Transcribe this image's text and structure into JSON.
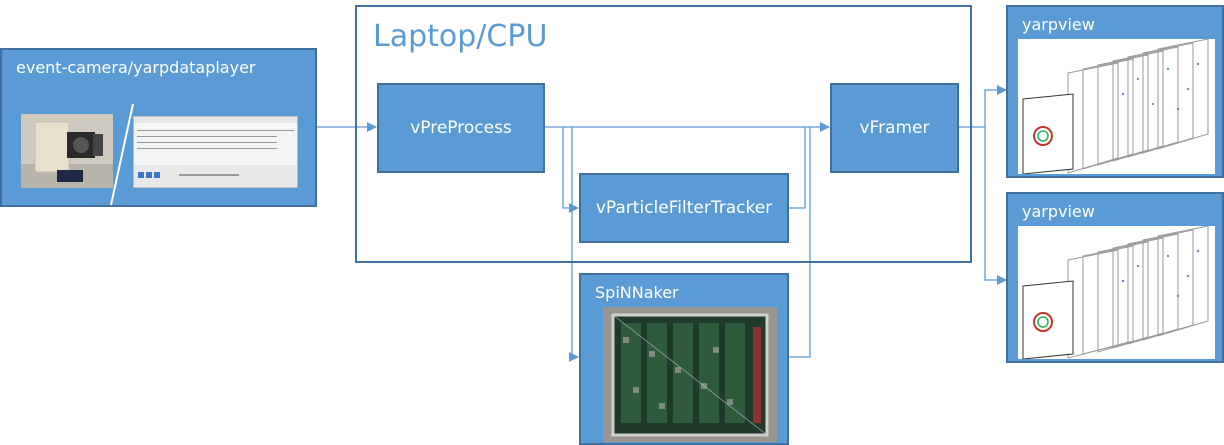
{
  "source": {
    "label": "event-camera/yarpdataplayer"
  },
  "laptop": {
    "label": "Laptop/CPU"
  },
  "nodes": {
    "preprocess": "vPreProcess",
    "framer": "vFramer",
    "tracker": "vParticleFilterTracker",
    "spinnaker": "SpiNNaker"
  },
  "viewers": [
    {
      "label": "yarpview"
    },
    {
      "label": "yarpview"
    }
  ],
  "colors": {
    "fill": "#5b9bd5",
    "border": "#41719c",
    "wire": "#5b9bd5"
  }
}
